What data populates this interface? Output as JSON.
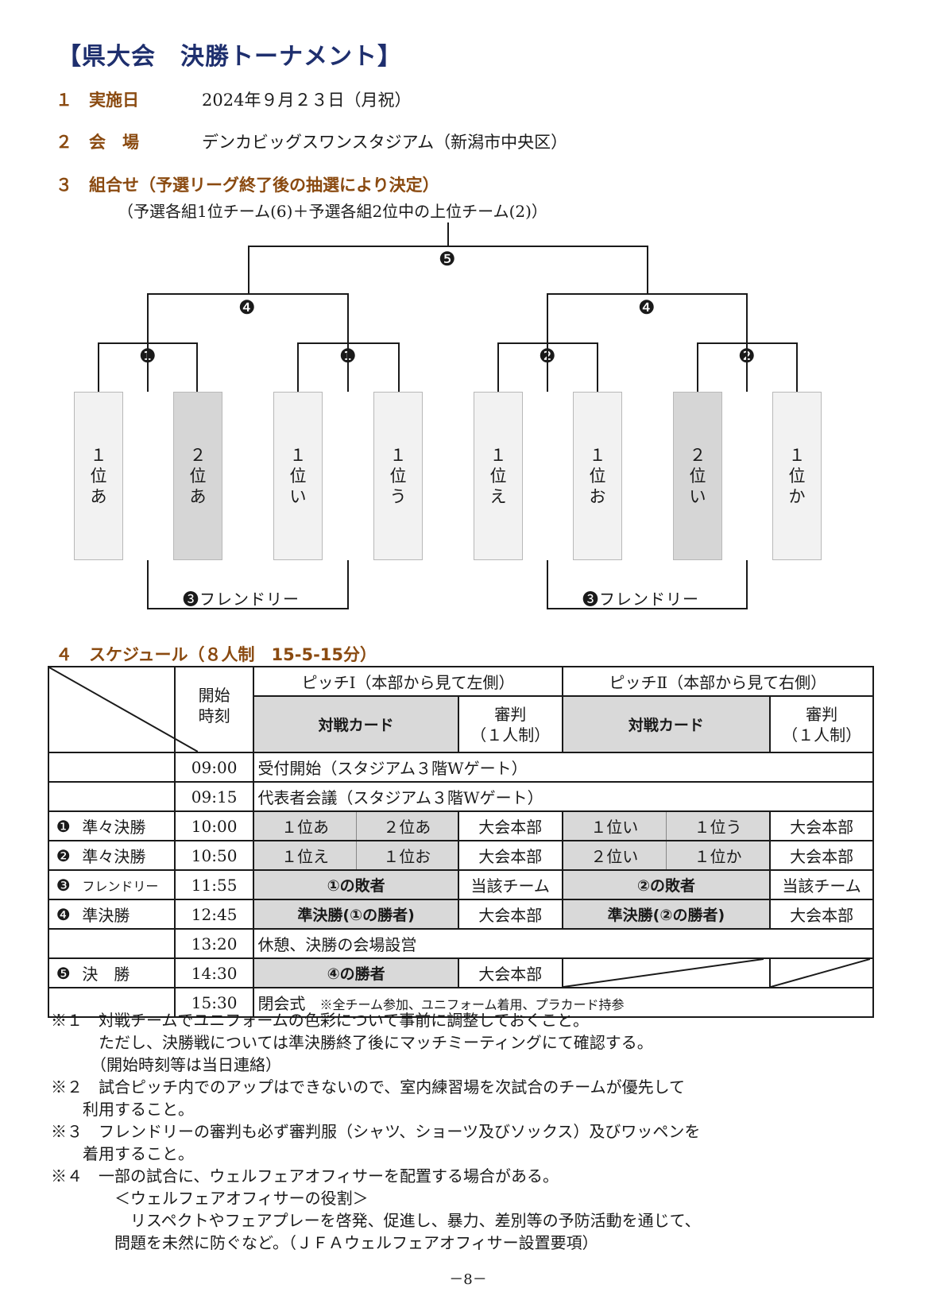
{
  "title": "【県大会　決勝トーナメント】",
  "sections": [
    {
      "num": "１",
      "label": "実施日",
      "value": "2024年９月２３日（月祝）"
    },
    {
      "num": "２",
      "label": "会　場",
      "value": "デンカビッグスワンスタジアム（新潟市中央区）"
    },
    {
      "num": "３",
      "label": "組合せ（予選リーグ終了後の抽選により決定）",
      "value": ""
    },
    {
      "num": "４",
      "label": "スケジュール（８人制　15-5-15分）",
      "value": ""
    }
  ],
  "combination_note": "（予選各組1位チーム(6)＋予選各組2位中の上位チーム(2)）",
  "bracket": {
    "seeds": [
      "１\n位\nあ",
      "２\n位\nあ",
      "１\n位\nい",
      "１\n位\nう",
      "１\n位\nえ",
      "１\n位\nお",
      "２\n位\nい",
      "１\n位\nか"
    ],
    "shaded_seeds": [
      1,
      6
    ],
    "round1_labels": [
      "❶",
      "❶",
      "❷",
      "❷"
    ],
    "semi_labels": [
      "❹",
      "❹"
    ],
    "final_label": "❺",
    "friendly_labels": [
      "❸フレンドリー",
      "❸フレンドリー"
    ]
  },
  "schedule": {
    "header": {
      "start_time": "開始\n時刻",
      "pitch1": "ピッチⅠ（本部から見て左側）",
      "pitch2": "ピッチⅡ（本部から見て右側）",
      "match_card": "対戦カード",
      "referee": "審判\n（１人制）"
    },
    "rows": [
      {
        "time": "09:00",
        "text": "受付開始（スタジアム３階Wゲート）"
      },
      {
        "time": "09:15",
        "text": "代表者会議（スタジアム３階Wゲート）"
      },
      {
        "num": "❶",
        "label": "準々決勝",
        "time": "10:00",
        "p1a": "１位あ",
        "p1b": "２位あ",
        "ref1": "大会本部",
        "p2a": "１位い",
        "p2b": "１位う",
        "ref2": "大会本部"
      },
      {
        "num": "❷",
        "label": "準々決勝",
        "time": "10:50",
        "p1a": "１位え",
        "p1b": "１位お",
        "ref1": "大会本部",
        "p2a": "２位い",
        "p2b": "１位か",
        "ref2": "大会本部"
      },
      {
        "num": "❸",
        "label": "フレンドリー",
        "time": "11:55",
        "p1": "①の敗者",
        "ref1": "当該チーム",
        "p2": "②の敗者",
        "ref2": "当該チーム"
      },
      {
        "num": "❹",
        "label": "準決勝",
        "time": "12:45",
        "p1": "準決勝(①の勝者)",
        "ref1": "大会本部",
        "p2": "準決勝(②の勝者)",
        "ref2": "大会本部"
      },
      {
        "time": "13:20",
        "text": "休憩、決勝の会場設営"
      },
      {
        "num": "❺",
        "label": "決　勝",
        "time": "14:30",
        "p1": "④の勝者",
        "ref1": "大会本部"
      },
      {
        "time": "15:30",
        "text": "閉会式",
        "note": "※全チーム参加、ユニフォーム着用、プラカード持参"
      }
    ]
  },
  "notes": [
    "※１　対戦チームでユニフォームの色彩について事前に調整しておくこと。",
    "　　　ただし、決勝戦については準決勝終了後にマッチミーティングにて確認する。",
    "　　　（開始時刻等は当日連絡）",
    "※２　試合ピッチ内でのアップはできないので、室内練習場を次試合のチームが優先して",
    "　　利用すること。",
    "※３　フレンドリーの審判も必ず審判服（シャツ、ショーツ及びソックス）及びワッペンを",
    "　　着用すること。",
    "※４　一部の試合に、ウェルフェアオフィサーを配置する場合がある。",
    "　　　　＜ウェルフェアオフィサーの役割＞",
    "　　　　　リスペクトやフェアプレーを啓発、促進し、暴力、差別等の予防活動を通じて、",
    "　　　　問題を未然に防ぐなど。（ＪＦＡウェルフェアオフィサー設置要項）"
  ],
  "page_number": "－8－"
}
